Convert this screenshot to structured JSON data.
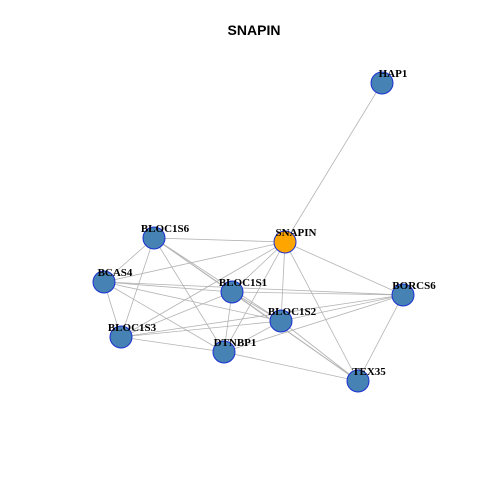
{
  "title": "SNAPIN",
  "colors": {
    "center_node": "#FFA500",
    "node": "#4682B4",
    "node_border": "#1a2fd1",
    "edge": "#b3b3b3"
  },
  "nodes": [
    {
      "id": "HAP1",
      "label": "HAP1",
      "center": false
    },
    {
      "id": "SNAPIN",
      "label": "SNAPIN",
      "center": true
    },
    {
      "id": "BLOC1S6",
      "label": "BLOC1S6",
      "center": false
    },
    {
      "id": "BCAS4",
      "label": "BCAS4",
      "center": false
    },
    {
      "id": "BLOC1S1",
      "label": "BLOC1S1",
      "center": false
    },
    {
      "id": "BORCS6",
      "label": "BORCS6",
      "center": false
    },
    {
      "id": "BLOC1S2",
      "label": "BLOC1S2",
      "center": false
    },
    {
      "id": "BLOC1S3",
      "label": "BLOC1S3",
      "center": false
    },
    {
      "id": "DTNBP1",
      "label": "DTNBP1",
      "center": false
    },
    {
      "id": "TEX35",
      "label": "TEX35",
      "center": false
    }
  ],
  "edges": [
    [
      "SNAPIN",
      "HAP1"
    ],
    [
      "SNAPIN",
      "BLOC1S6"
    ],
    [
      "SNAPIN",
      "BCAS4"
    ],
    [
      "SNAPIN",
      "BLOC1S1"
    ],
    [
      "SNAPIN",
      "BORCS6"
    ],
    [
      "SNAPIN",
      "BLOC1S2"
    ],
    [
      "SNAPIN",
      "BLOC1S3"
    ],
    [
      "SNAPIN",
      "DTNBP1"
    ],
    [
      "SNAPIN",
      "TEX35"
    ],
    [
      "BLOC1S6",
      "BCAS4"
    ],
    [
      "BLOC1S6",
      "BLOC1S1"
    ],
    [
      "BLOC1S6",
      "BLOC1S2"
    ],
    [
      "BLOC1S6",
      "BLOC1S3"
    ],
    [
      "BLOC1S6",
      "DTNBP1"
    ],
    [
      "BLOC1S6",
      "TEX35"
    ],
    [
      "BCAS4",
      "BLOC1S1"
    ],
    [
      "BCAS4",
      "BLOC1S2"
    ],
    [
      "BCAS4",
      "BLOC1S3"
    ],
    [
      "BCAS4",
      "DTNBP1"
    ],
    [
      "BCAS4",
      "BORCS6"
    ],
    [
      "BLOC1S1",
      "BLOC1S2"
    ],
    [
      "BLOC1S1",
      "BLOC1S3"
    ],
    [
      "BLOC1S1",
      "DTNBP1"
    ],
    [
      "BLOC1S1",
      "TEX35"
    ],
    [
      "BLOC1S1",
      "BORCS6"
    ],
    [
      "BLOC1S2",
      "BLOC1S3"
    ],
    [
      "BLOC1S2",
      "DTNBP1"
    ],
    [
      "BLOC1S2",
      "TEX35"
    ],
    [
      "BLOC1S2",
      "BORCS6"
    ],
    [
      "BLOC1S3",
      "DTNBP1"
    ],
    [
      "BLOC1S3",
      "BORCS6"
    ],
    [
      "DTNBP1",
      "TEX35"
    ],
    [
      "DTNBP1",
      "BORCS6"
    ],
    [
      "TEX35",
      "BORCS6"
    ]
  ]
}
